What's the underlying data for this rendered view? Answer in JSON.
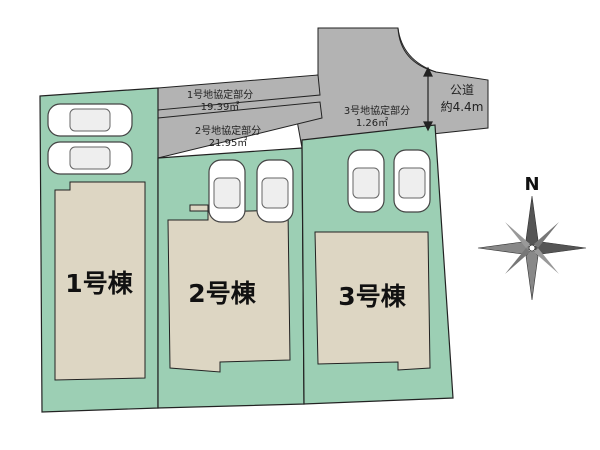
{
  "lots": [
    {
      "label": "1号棟"
    },
    {
      "label": "2号棟"
    },
    {
      "label": "3号棟"
    }
  ],
  "agreements": [
    {
      "label": "1号地協定部分",
      "area": "19.39㎡"
    },
    {
      "label": "2号地協定部分",
      "area": "21.95㎡"
    },
    {
      "label": "3号地協定部分",
      "area": "1.26㎡"
    }
  ],
  "road": {
    "label": "公道",
    "width": "約4.4m"
  },
  "compass": {
    "north": "N"
  },
  "colors": {
    "lot_fill": "#9ccfb4",
    "building_fill": "#ddd6c3",
    "road_fill": "#b3b3b3",
    "outline": "#222222"
  }
}
